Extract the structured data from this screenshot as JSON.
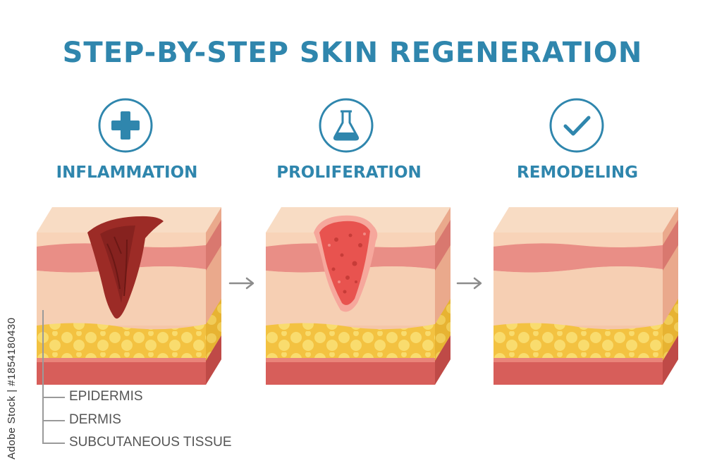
{
  "title": "STEP-BY-STEP SKIN REGENERATION",
  "stages": [
    {
      "label": "INFLAMMATION",
      "icon": "plus-icon"
    },
    {
      "label": "PROLIFERATION",
      "icon": "flask-icon"
    },
    {
      "label": "REMODELING",
      "icon": "check-icon"
    }
  ],
  "legend": [
    "EPIDERMIS",
    "DERMIS",
    "SUBCUTANEOUS TISSUE"
  ],
  "watermark": "Adobe Stock | #1854180430",
  "colors": {
    "accent": "#2f86ad",
    "epidermis": "#f7d3b8",
    "dermis": "#e98e86",
    "fat": "#f6cf4f",
    "muscle": "#d75e5a",
    "wound": "#9c2b26",
    "granulation": "#e8534f"
  }
}
